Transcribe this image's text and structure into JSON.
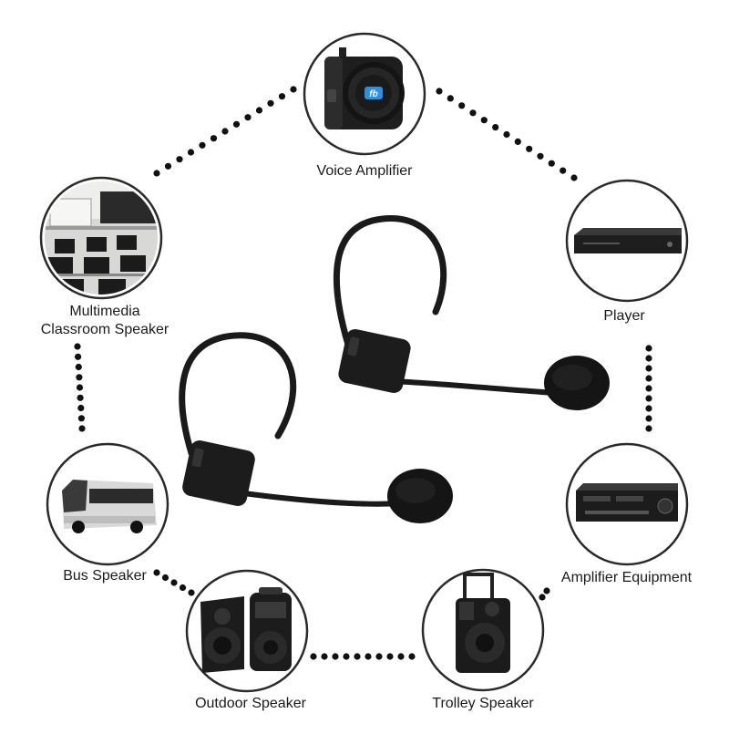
{
  "devices": [
    {
      "key": "voice",
      "label": "Voice Amplifier",
      "icon": "voice-amplifier-icon"
    },
    {
      "key": "class",
      "label": "Multimedia\nClassroom Speaker",
      "line1": "Multimedia",
      "line2": "Classroom Speaker",
      "icon": "classroom-icon"
    },
    {
      "key": "player",
      "label": "Player",
      "icon": "media-player-icon"
    },
    {
      "key": "bus",
      "label": "Bus Speaker",
      "icon": "bus-icon"
    },
    {
      "key": "amp",
      "label": "Amplifier Equipment",
      "icon": "amplifier-icon"
    },
    {
      "key": "outdoor",
      "label": "Outdoor Speaker",
      "icon": "outdoor-speaker-icon"
    },
    {
      "key": "trolley",
      "label": "Trolley Speaker",
      "icon": "trolley-speaker-icon"
    }
  ],
  "labels": {
    "voice": "Voice Amplifier",
    "class_line1": "Multimedia",
    "class_line2": "Classroom Speaker",
    "player": "Player",
    "bus": "Bus Speaker",
    "amp": "Amplifier Equipment",
    "outdoor": "Outdoor Speaker",
    "trolley": "Trolley Speaker"
  },
  "colors": {
    "ring": "#2a2a2a",
    "dots": "#111111",
    "badge": "#2d8fe0"
  }
}
